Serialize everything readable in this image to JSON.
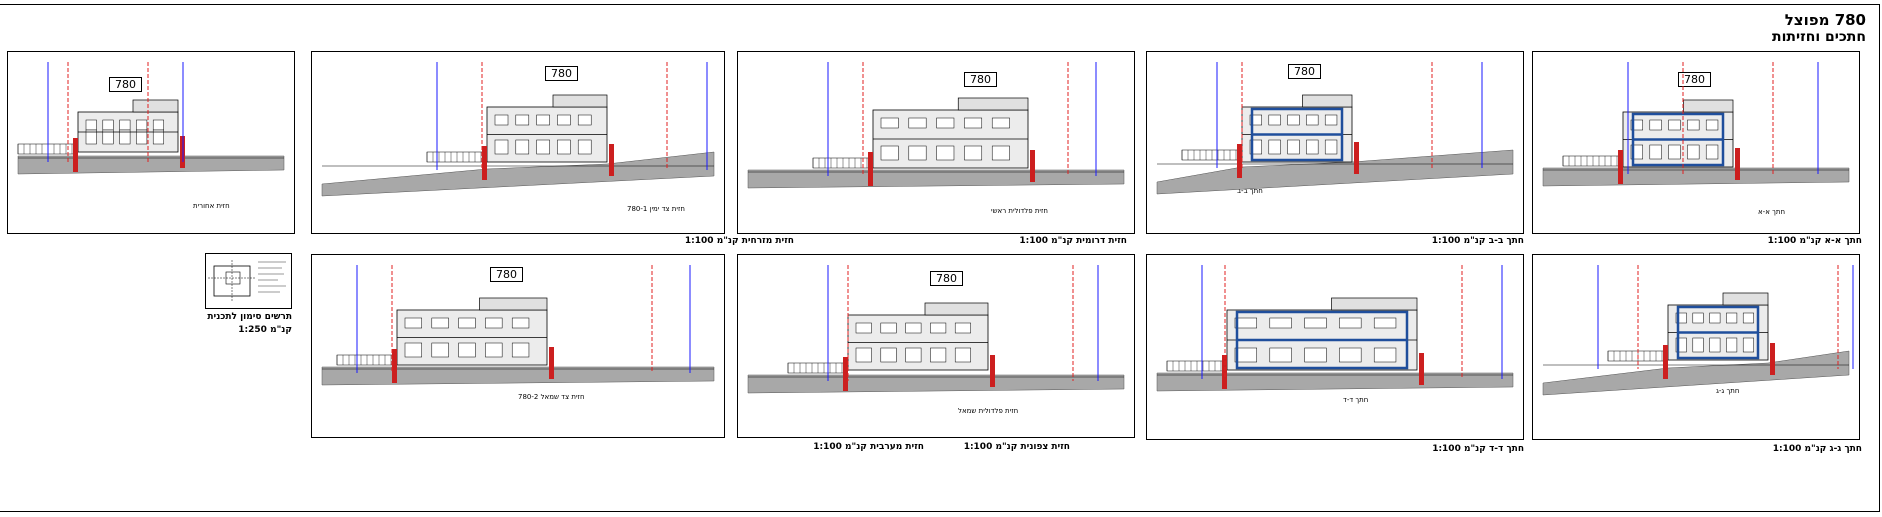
{
  "sheet": {
    "title_line1": "780 מפוצל",
    "title_line2": "חתכים וחזיתות"
  },
  "drawings": [
    {
      "id": "section-aa",
      "number": "780",
      "caption": "חתך א-א קנ\"מ 1:100",
      "inner_label": "חתך א-א"
    },
    {
      "id": "section-bb",
      "number": "780",
      "caption": "חתך ב-ב קנ\"מ 1:100",
      "inner_label": "חתך ב-ב"
    },
    {
      "id": "south-elevation",
      "number": "780",
      "caption": "חזית דרומית קנ\"מ 1:100",
      "inner_label": "חזית פלדולית ראשי"
    },
    {
      "id": "east-elevation",
      "number": "780",
      "caption": "חזית מזרחית קנ\"מ 1:100",
      "inner_label": "חזית צד ימין 780-1"
    },
    {
      "id": "rear-elevation",
      "number": "780",
      "caption": "",
      "inner_label": "חזית אחורית"
    },
    {
      "id": "section-gg",
      "number": "",
      "caption": "חתך ג-ג קנ\"מ 1:100",
      "inner_label": "חתך ג-ג"
    },
    {
      "id": "section-dd",
      "number": "",
      "caption": "חתך ד-ד קנ\"מ 1:100",
      "inner_label": "חתך ד-ד"
    },
    {
      "id": "north-elevation",
      "number": "780",
      "caption": "חזית צפונית קנ\"מ 1:100",
      "inner_label": "חזית פלדולית שמאל"
    },
    {
      "id": "west-elevation",
      "number": "780",
      "caption": "חזית מערבית קנ\"מ 1:100",
      "inner_label": "חזית צד שמאל 780-2"
    }
  ],
  "key_plan": {
    "caption_line1": "תרשים סימון לתכנית",
    "caption_line2": "קנ\"מ 1:250"
  },
  "colors": {
    "blue_line": "#1a1aff",
    "red_line": "#e02020",
    "section_blue": "#1f4e9c",
    "ground_gray": "#a8a8a8",
    "column_red": "#cc1f1f"
  }
}
